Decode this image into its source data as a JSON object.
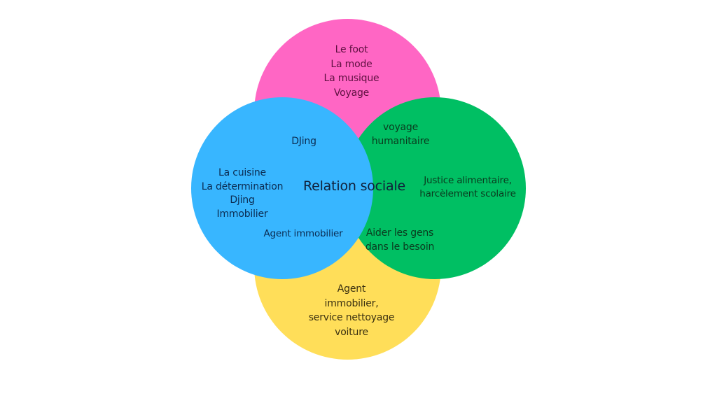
{
  "diagram": {
    "type": "venn",
    "center_label": "Relation sociale",
    "colors": {
      "pink": "#ff66c4",
      "blue": "#38b6ff",
      "green": "#00bf63",
      "yellow": "#ffde59"
    },
    "circles": {
      "top": {
        "color": "pink",
        "items": [
          "Le foot",
          "La mode",
          "La musique",
          "Voyage"
        ]
      },
      "left": {
        "color": "blue",
        "top_item": "DJing",
        "items": [
          "La cuisine",
          "La détermination",
          "Djing",
          "Immobilier"
        ],
        "bottom_item": "Agent immobilier"
      },
      "right": {
        "color": "green",
        "top_items": [
          "voyage",
          "humanitaire"
        ],
        "middle_items": [
          "Justice alimentaire,",
          "harcèlement scolaire"
        ],
        "bottom_items": [
          "Aider les gens",
          "dans le besoin"
        ]
      },
      "bottom": {
        "color": "yellow",
        "items": [
          "Agent",
          "immobilier,",
          "service nettoyage",
          "voiture"
        ]
      }
    }
  }
}
